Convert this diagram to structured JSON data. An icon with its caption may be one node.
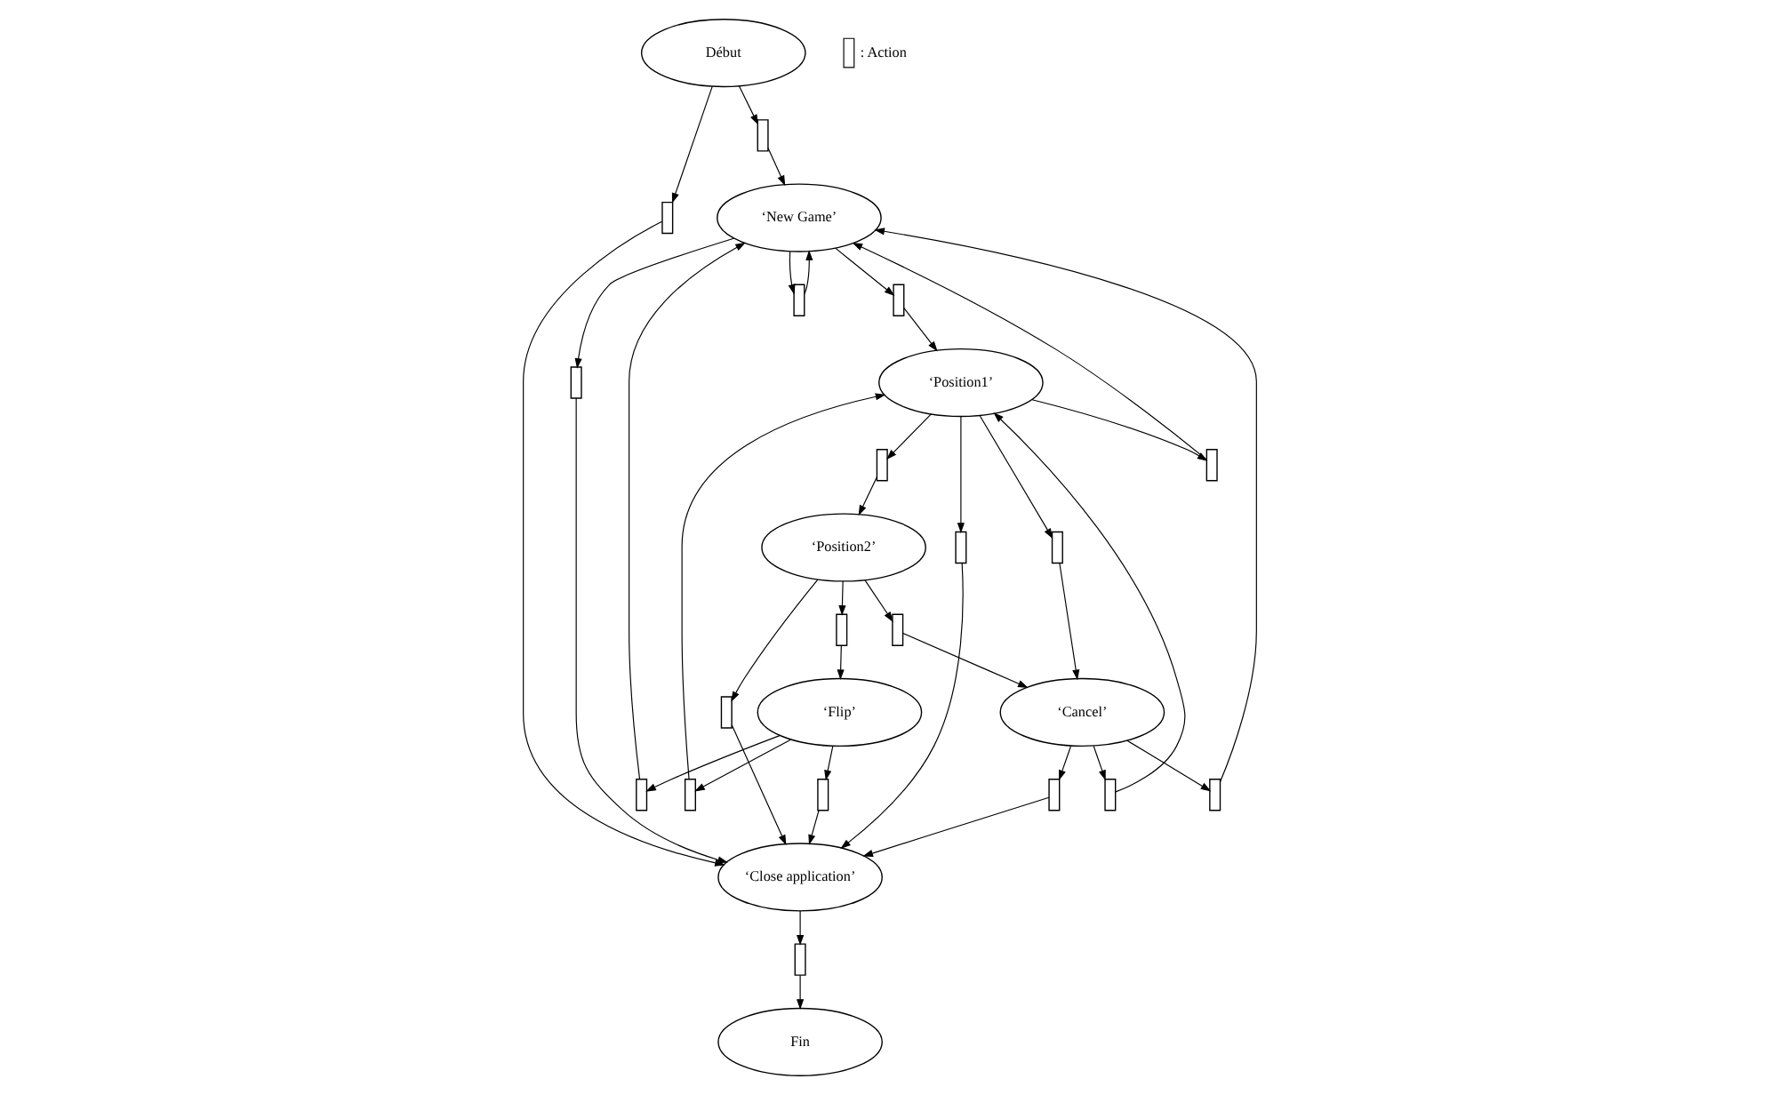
{
  "diagram": {
    "nodes": [
      {
        "text": [
          "‘New Game’"
        ]
      },
      {
        "text": [
          "‘Position1’"
        ]
      },
      {
        "text": [
          "‘Cancel’"
        ]
      },
      {
        "text": [
          "‘Close application’"
        ]
      },
      {
        "text": [
          "Début"
        ]
      },
      {
        "text": [
          "‘Position2’"
        ]
      },
      {
        "text": [
          "‘Flip’"
        ]
      },
      {
        "text": [
          "Fin"
        ]
      },
      {
        "text": [],
        "shape": "bar"
      },
      {
        "text": [],
        "shape": "bar"
      },
      {
        "text": [],
        "shape": "bar"
      },
      {
        "text": [],
        "shape": "bar"
      },
      {
        "text": [],
        "shape": "bar"
      },
      {
        "text": [],
        "shape": "bar"
      },
      {
        "text": [],
        "shape": "bar"
      },
      {
        "text": [],
        "shape": "bar"
      },
      {
        "text": [],
        "shape": "bar"
      },
      {
        "text": [],
        "shape": "bar"
      },
      {
        "text": [],
        "shape": "bar"
      },
      {
        "text": [],
        "shape": "bar"
      },
      {
        "text": [],
        "shape": "bar"
      },
      {
        "text": [],
        "shape": "bar"
      },
      {
        "text": [],
        "shape": "bar"
      },
      {
        "text": [],
        "shape": "bar"
      },
      {
        "text": [],
        "shape": "bar"
      },
      {
        "text": [],
        "shape": "bar"
      },
      {
        "text": [],
        "shape": "bar"
      }
    ],
    "edges": [
      {
        "from": 2,
        "to": 8,
        "arrow": "to"
      },
      {
        "from": 8,
        "to": 0,
        "arrow": "to"
      },
      {
        "from": 0,
        "to": 9,
        "arrow": "to"
      },
      {
        "from": 9,
        "to": 1,
        "arrow": "to"
      },
      {
        "from": 1,
        "to": 11,
        "arrow": "to"
      },
      {
        "from": 11,
        "to": 0,
        "arrow": "to"
      },
      {
        "from": 1,
        "to": 10,
        "arrow": "to"
      },
      {
        "from": 10,
        "to": 2,
        "arrow": "to"
      },
      {
        "from": 2,
        "to": 12,
        "arrow": "to"
      },
      {
        "from": 12,
        "to": 1,
        "arrow": "to"
      },
      {
        "from": 1,
        "to": 13,
        "arrow": "to"
      },
      {
        "from": 13,
        "to": 3,
        "arrow": "to"
      },
      {
        "from": 0,
        "to": 14,
        "arrow": "to"
      },
      {
        "from": 14,
        "to": 3,
        "arrow": "to"
      },
      {
        "from": 5,
        "to": 15,
        "arrow": "to"
      },
      {
        "from": 15,
        "to": 2,
        "arrow": "to"
      },
      {
        "from": 0,
        "to": 16,
        "arrow": "to"
      },
      {
        "from": 16,
        "to": 0,
        "arrow": "to"
      },
      {
        "from": 4,
        "to": 17,
        "arrow": "to"
      },
      {
        "from": 17,
        "to": 0,
        "arrow": "to"
      },
      {
        "from": 4,
        "to": 18,
        "arrow": "to"
      },
      {
        "from": 18,
        "to": 3,
        "arrow": "to"
      },
      {
        "from": 2,
        "to": 19,
        "arrow": "to"
      },
      {
        "from": 19,
        "to": 3,
        "arrow": "to"
      },
      {
        "from": 6,
        "to": 20,
        "arrow": "to"
      },
      {
        "from": 20,
        "to": 1,
        "arrow": "to"
      },
      {
        "from": 5,
        "to": 21,
        "arrow": "to"
      },
      {
        "from": 21,
        "to": 3,
        "arrow": "to"
      },
      {
        "from": 1,
        "to": 22,
        "arrow": "to"
      },
      {
        "from": 22,
        "to": 5,
        "arrow": "to"
      },
      {
        "from": 3,
        "to": 23,
        "arrow": "to"
      },
      {
        "from": 23,
        "to": 7,
        "arrow": "to"
      },
      {
        "from": 5,
        "to": 24,
        "arrow": "to"
      },
      {
        "from": 24,
        "to": 6,
        "arrow": "to"
      },
      {
        "from": 6,
        "to": 25,
        "arrow": "to"
      },
      {
        "from": 25,
        "to": 3,
        "arrow": "to"
      },
      {
        "from": 6,
        "to": 26,
        "arrow": "to"
      },
      {
        "from": 26,
        "to": 0,
        "arrow": "to"
      }
    ],
    "legend": [
      {
        "text": ": Action"
      }
    ]
  }
}
